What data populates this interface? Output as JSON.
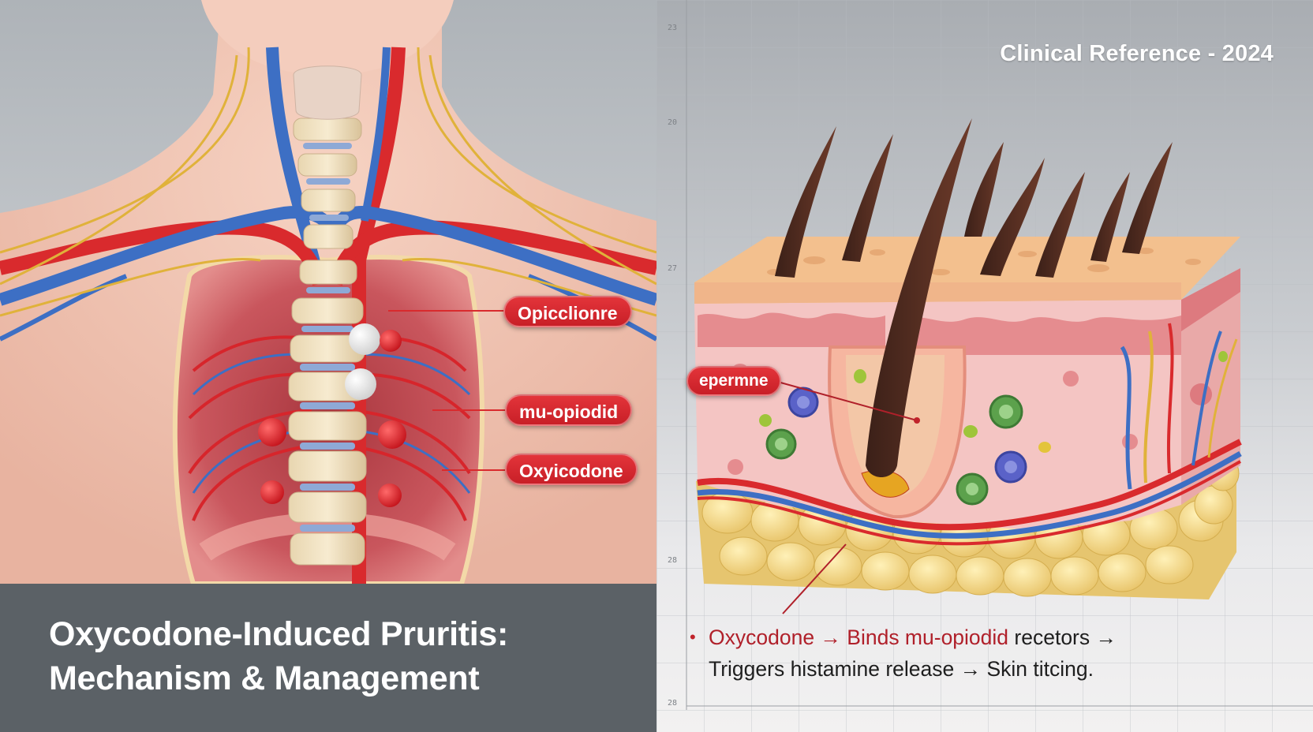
{
  "left_panel": {
    "callouts": {
      "upper": "Opicclionre",
      "middle": "mu-opiodid",
      "lower": "Oxyicodone"
    },
    "title": {
      "line1": "Oxycodone-Induced Pruritis:",
      "line2": "Mechanism & Management"
    }
  },
  "right_panel": {
    "reference": "Clinical Reference - 2024",
    "callout": "epermne",
    "axis_ticks": [
      "23",
      "20",
      "27",
      "28",
      "28"
    ],
    "caption": {
      "line1_red": "Oxycodone → Binds mu-opiodid",
      "line1_black": " recetors →",
      "line2": "Triggers histamine release → Skin titcing."
    }
  },
  "colors": {
    "artery_red": "#d92a2d",
    "vein_blue": "#3d6fc4",
    "nerve_yellow": "#e0b23a",
    "callout_red": "#d3262d",
    "title_bar": "#5b6166"
  }
}
